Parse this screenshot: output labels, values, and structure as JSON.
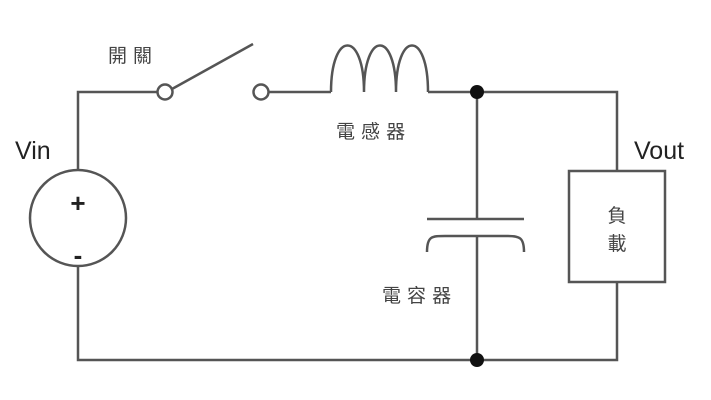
{
  "labels": {
    "switch": "開 關",
    "inductor": "電 感 器",
    "capacitor": "電 容 器",
    "vin": "Vin",
    "vout": "Vout",
    "load_line1": "負",
    "load_line2": "載",
    "plus": "+",
    "minus": "-"
  }
}
